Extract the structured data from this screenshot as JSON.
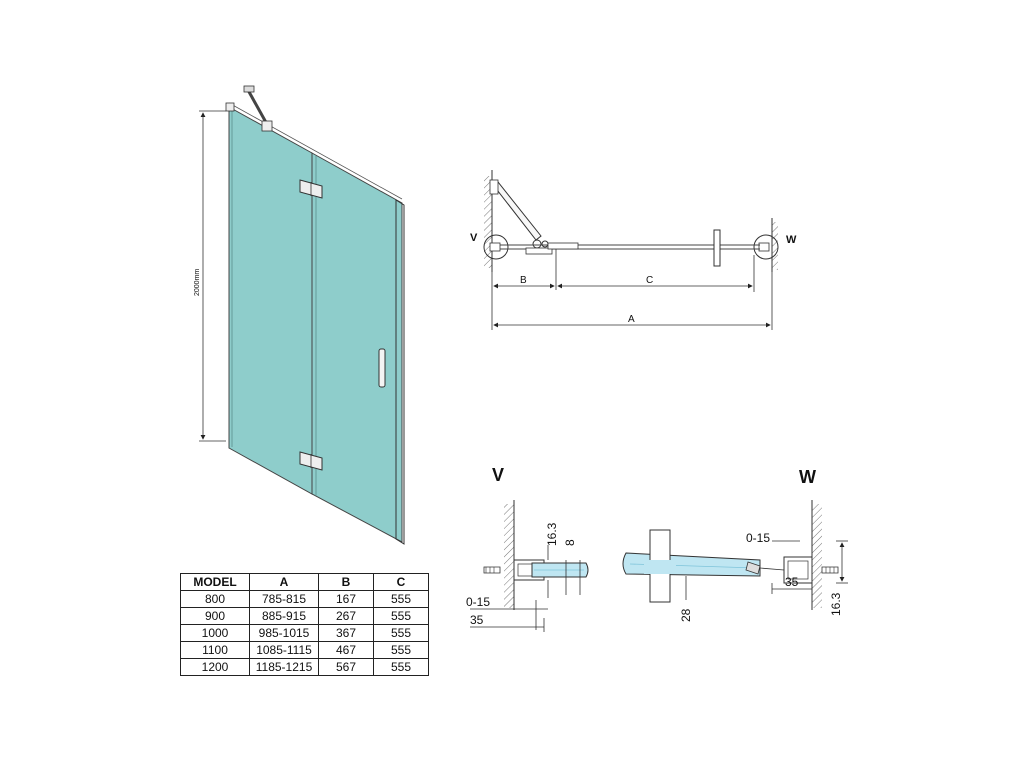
{
  "front_view": {
    "height_label": "2000mm",
    "glass_color": "#8ecdcb"
  },
  "top_view": {
    "label_v": "V",
    "label_w": "W",
    "dim_b": "B",
    "dim_c": "C",
    "dim_a": "A"
  },
  "detail_v": {
    "title": "V",
    "dim_16_3": "16.3",
    "dim_8": "8",
    "dim_0_15": "0-15",
    "dim_35": "35"
  },
  "detail_w": {
    "title": "W",
    "dim_0_15": "0-15",
    "dim_35": "35",
    "dim_16_3": "16.3",
    "dim_28": "28"
  },
  "spec_table": {
    "headers": [
      "MODEL",
      "A",
      "B",
      "C"
    ],
    "rows": [
      [
        "800",
        "785-815",
        "167",
        "555"
      ],
      [
        "900",
        "885-915",
        "267",
        "555"
      ],
      [
        "1000",
        "985-1015",
        "367",
        "555"
      ],
      [
        "1100",
        "1085-1115",
        "467",
        "555"
      ],
      [
        "1200",
        "1185-1215",
        "567",
        "555"
      ]
    ]
  }
}
